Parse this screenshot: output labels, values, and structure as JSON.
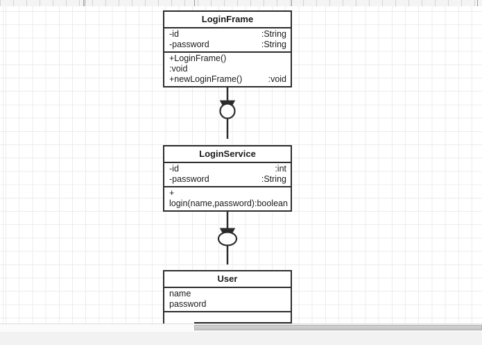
{
  "app": {
    "ruler_label": "horizontal-ruler",
    "canvas_label": "diagram-canvas"
  },
  "diagram": {
    "type": "uml-class-diagram",
    "classes": [
      {
        "id": "loginframe",
        "name": "LoginFrame",
        "attributes": [
          {
            "name": "-id",
            "type": ":String"
          },
          {
            "name": "-password",
            "type": ":String"
          }
        ],
        "methods": [
          {
            "name": "+LoginFrame()",
            "type": ":void"
          },
          {
            "name": "+newLoginFrame()",
            "type": ":void"
          }
        ]
      },
      {
        "id": "loginservice",
        "name": "LoginService",
        "attributes": [
          {
            "name": "-id",
            "type": ":int"
          },
          {
            "name": "-password",
            "type": ":String"
          }
        ],
        "methods": [
          {
            "name": "+",
            "type": ""
          },
          {
            "name": "login(name,password):boolean",
            "type": ""
          }
        ]
      },
      {
        "id": "user",
        "name": "User",
        "attributes": [
          {
            "name": "name",
            "type": ""
          },
          {
            "name": "password",
            "type": ""
          }
        ],
        "methods": []
      }
    ],
    "connectors": [
      {
        "id": "loginframe-to-loginservice",
        "from": "LoginFrame",
        "to": "LoginService",
        "style": "arrow-with-circle",
        "shape": "circle"
      },
      {
        "id": "loginservice-to-user",
        "from": "LoginService",
        "to": "User",
        "style": "arrow-with-ellipse",
        "shape": "ellipse"
      }
    ]
  },
  "colors": {
    "stroke": "#2b2b2b",
    "fill": "#ffffff",
    "grid_minor": "#ececec",
    "grid_major": "#d7d7d7",
    "scrollbar_thumb": "#c9c9c9"
  },
  "scrollbar": {
    "orientation": "horizontal",
    "label": "horizontal-scrollbar"
  }
}
